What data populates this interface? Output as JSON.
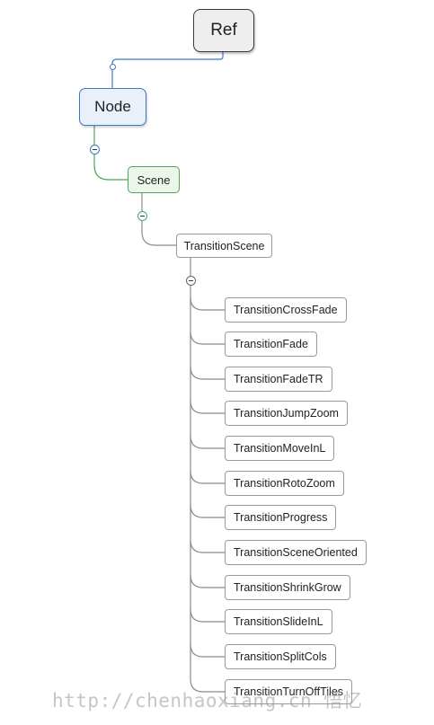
{
  "root": {
    "label": "Ref"
  },
  "parent": {
    "label": "Node"
  },
  "scene": {
    "label": "Scene"
  },
  "transition_scene": {
    "label": "TransitionScene"
  },
  "children": [
    {
      "label": "TransitionCrossFade"
    },
    {
      "label": "TransitionFade"
    },
    {
      "label": "TransitionFadeTR"
    },
    {
      "label": "TransitionJumpZoom"
    },
    {
      "label": "TransitionMoveInL"
    },
    {
      "label": "TransitionRotoZoom"
    },
    {
      "label": "TransitionProgress"
    },
    {
      "label": "TransitionSceneOriented"
    },
    {
      "label": "TransitionShrinkGrow"
    },
    {
      "label": "TransitionSlideInL"
    },
    {
      "label": "TransitionSplitCols"
    },
    {
      "label": "TransitionTurnOffTiles"
    }
  ],
  "watermark": "http://chenhaoxiang.cn 悟忆",
  "colors": {
    "ref_border": "#3a3a3a",
    "node_border": "#3f78c2",
    "node_fill": "#e9f0fa",
    "scene_border": "#4ca55a",
    "scene_fill": "#eaf7ea",
    "leaf_border": "#9a9a9a"
  }
}
